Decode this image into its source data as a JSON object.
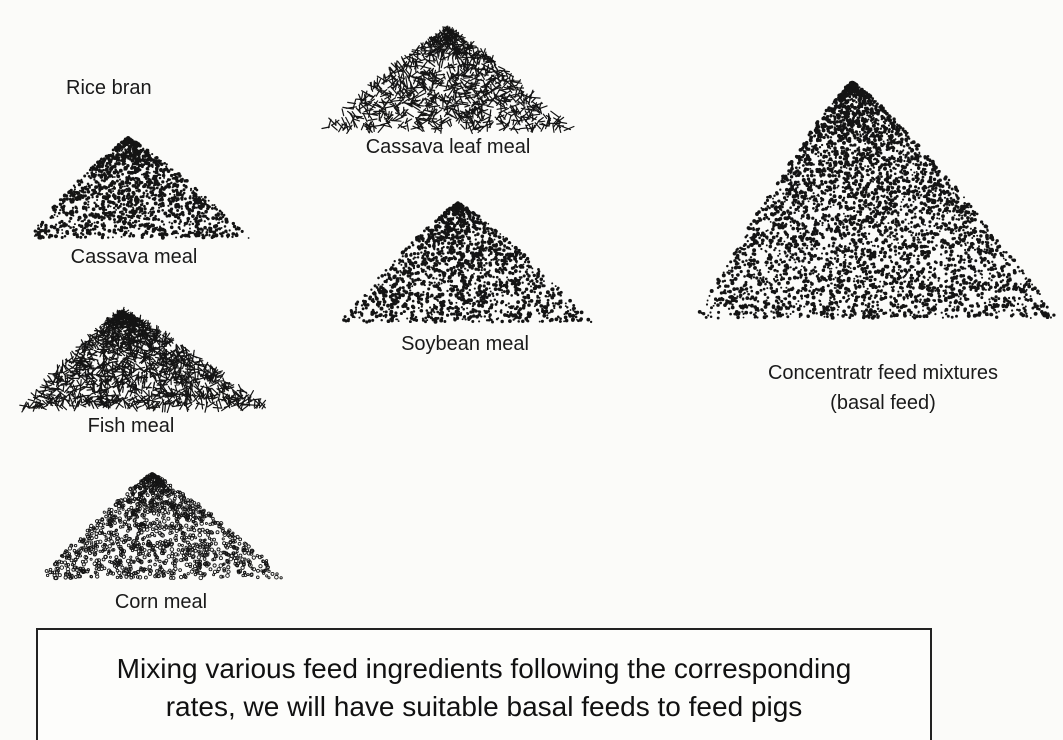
{
  "labels": {
    "rice_bran": "Rice bran",
    "cassava_leaf_meal": "Cassava leaf meal",
    "cassava_meal": "Cassava meal",
    "soybean_meal": "Soybean meal",
    "fish_meal": "Fish meal",
    "corn_meal": "Corn meal",
    "concentrate_line1": "Concentratr feed mixtures",
    "concentrate_line2": "(basal feed)"
  },
  "caption": {
    "line1": "Mixing various feed ingredients following the corresponding",
    "line2": "rates, we will have suitable basal feeds to feed pigs"
  },
  "colors": {
    "ink": "#141414",
    "paper": "#fbfbf9"
  }
}
